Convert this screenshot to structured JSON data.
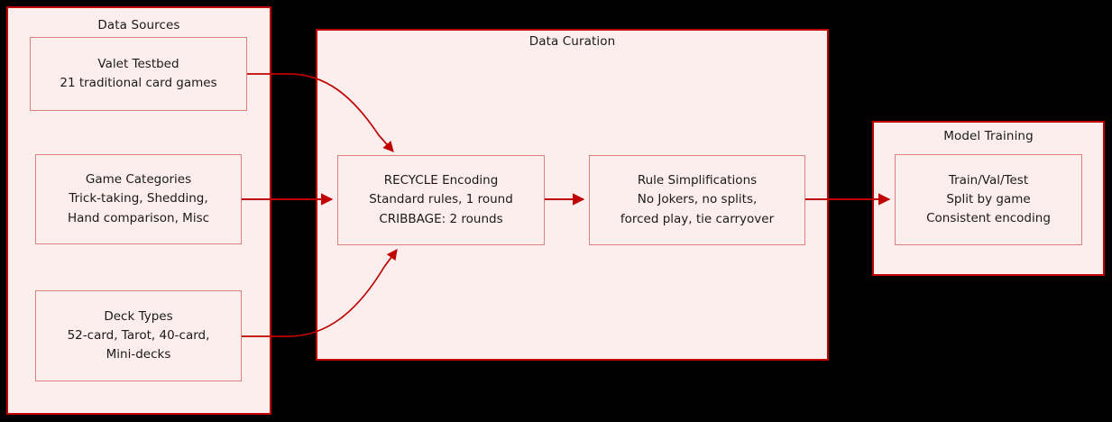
{
  "diagram": {
    "type": "flowchart",
    "direction": "left-to-right",
    "background": "#000000",
    "accent_border": "#c00000",
    "node_border": "#d9817f",
    "node_fill": "#fdeeee",
    "text_color": "#1a1a1a"
  },
  "clusters": [
    {
      "id": "data-sources",
      "title": "Data Sources"
    },
    {
      "id": "data-curation",
      "title": "Data Curation"
    },
    {
      "id": "model-training",
      "title": "Model Training"
    }
  ],
  "nodes": [
    {
      "id": "valet-testbed",
      "lines": [
        "Valet Testbed",
        "21 traditional card games"
      ]
    },
    {
      "id": "game-categories",
      "lines": [
        "Game Categories",
        "Trick-taking, Shedding,",
        "Hand comparison, Misc"
      ]
    },
    {
      "id": "deck-types",
      "lines": [
        "Deck Types",
        "52-card, Tarot, 40-card,",
        "Mini-decks"
      ]
    },
    {
      "id": "recycle-encoding",
      "lines": [
        "RECYCLE Encoding",
        "Standard rules, 1 round",
        "CRIBBAGE: 2 rounds"
      ]
    },
    {
      "id": "rule-simplifications",
      "lines": [
        "Rule Simplifications",
        "No Jokers, no splits,",
        "forced play, tie carryover"
      ]
    },
    {
      "id": "train-val-test",
      "lines": [
        "Train/Val/Test",
        "Split by game",
        "Consistent encoding"
      ]
    }
  ],
  "edges": [
    {
      "id": "valet-to-recycle",
      "from": "valet-testbed",
      "to": "recycle-encoding",
      "style": "curved",
      "arrow": "end"
    },
    {
      "id": "categories-to-recycle",
      "from": "game-categories",
      "to": "recycle-encoding",
      "style": "straight",
      "arrow": "end"
    },
    {
      "id": "decks-to-recycle",
      "from": "deck-types",
      "to": "recycle-encoding",
      "style": "curved",
      "arrow": "end"
    },
    {
      "id": "recycle-to-rules",
      "from": "recycle-encoding",
      "to": "rule-simplifications",
      "style": "straight",
      "arrow": "end"
    },
    {
      "id": "rules-to-training",
      "from": "rule-simplifications",
      "to": "train-val-test",
      "style": "straight",
      "arrow": "end"
    }
  ]
}
